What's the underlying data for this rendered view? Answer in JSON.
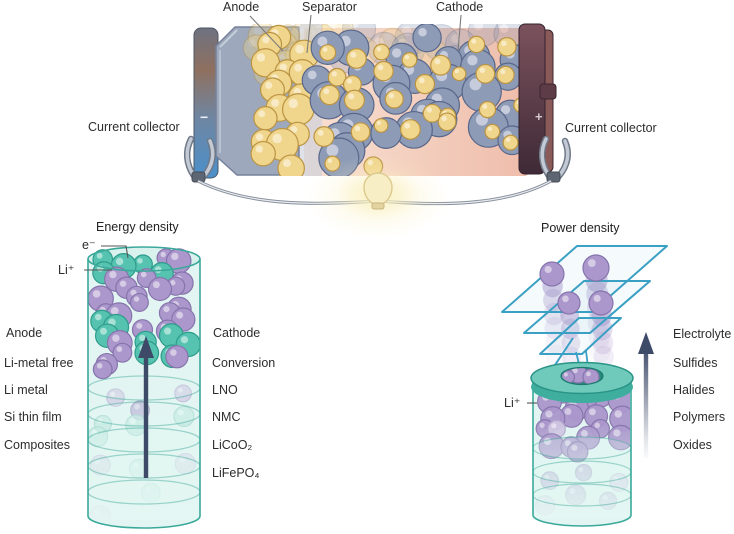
{
  "figure": {
    "battery": {
      "labels": {
        "anode": "Anode",
        "separator": "Separator",
        "cathode": "Cathode",
        "current_collector_left": "Current collector",
        "current_collector_right": "Current collector",
        "minus": "−",
        "plus": "+"
      }
    },
    "energy": {
      "title": "Energy density",
      "electron_label": "e⁻",
      "ion_label": "Li⁺"
    },
    "power": {
      "title": "Power density",
      "ion_label": "Li⁺"
    },
    "lists": {
      "anode": {
        "heading": "Anode",
        "items": [
          "Li-metal free",
          "Li metal",
          "Si thin film",
          "Composites"
        ]
      },
      "cathode": {
        "heading": "Cathode",
        "items": [
          "Conversion",
          "LNO",
          "NMC",
          "LiCoO₂",
          "LiFePO₄"
        ]
      },
      "electrolyte": {
        "heading": "Electrolyte",
        "items": [
          "Sulfides",
          "Halides",
          "Polymers",
          "Oxides"
        ]
      }
    },
    "colors": {
      "sphere_yellow": "#f0d58c",
      "sphere_yellow_edge": "#bb9442",
      "sphere_slate": "#8d9bb7",
      "sphere_slate_edge": "#59678a",
      "sphere_purple": "#ab97cc",
      "sphere_purple_edge": "#8674ac",
      "sphere_teal": "#56c3b1",
      "sphere_teal_edge": "#2e9c8a",
      "cylinder_teal": "#3aa99a",
      "plane_blue": "#3aa0c4",
      "arrow_navy": "#3d4a68",
      "separator_gray": "#c9cfda",
      "cathode_salmon": "#f3cdbc",
      "collector_blue": "#4b90cb",
      "collector_maroon": "#5c3a46"
    }
  }
}
